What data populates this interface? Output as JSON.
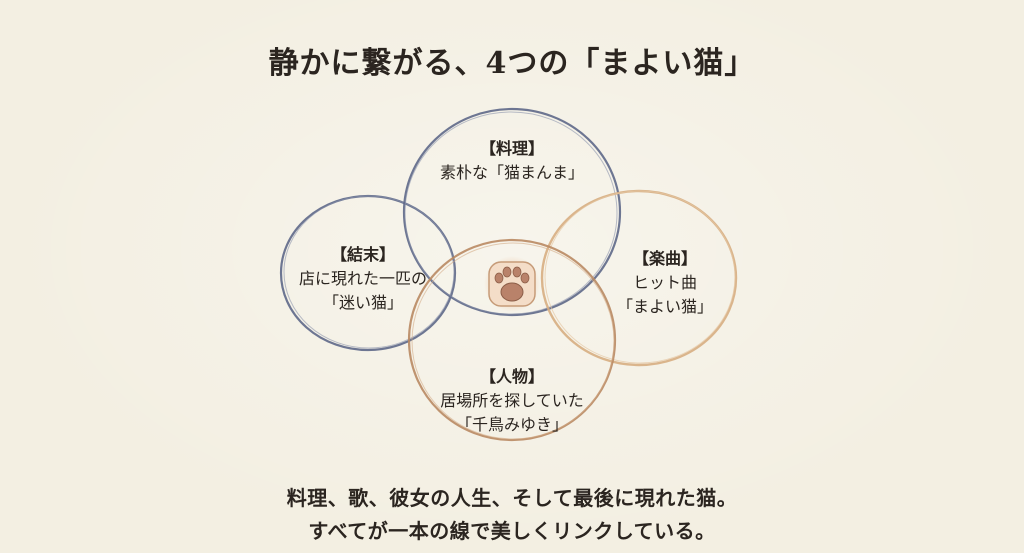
{
  "title": "静かに繋がる、4つの「まよい猫」",
  "circles": {
    "cooking": {
      "heading": "【料理】",
      "lines": [
        "素朴な「猫まんま」"
      ],
      "color": "#6f7896"
    },
    "ending": {
      "heading": "【結末】",
      "lines": [
        "店に現れた一匹の",
        "「迷い猫」"
      ],
      "color": "#5e6888"
    },
    "music": {
      "heading": "【楽曲】",
      "lines": [
        "ヒット曲",
        "「まよい猫」"
      ],
      "color": "#d7ae82"
    },
    "person": {
      "heading": "【人物】",
      "lines": [
        "居場所を探していた",
        "「千鳥みゆき」"
      ],
      "color": "#b98a63"
    }
  },
  "center_icon": "cat-paw-icon",
  "caption": {
    "line1": "料理、歌、彼女の人生、そして最後に現れた猫。",
    "line2": "すべてが一本の線で美しくリンクしている。"
  }
}
